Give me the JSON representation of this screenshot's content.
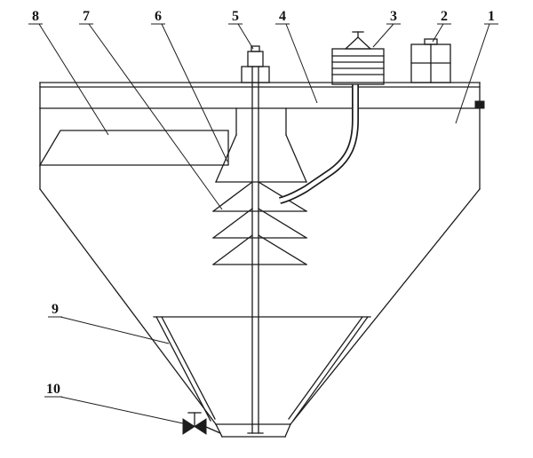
{
  "figure": {
    "type": "patent-style-technical-drawing",
    "subject": "conical-settling-tank-cross-section",
    "background_color": "#ffffff",
    "line_color": "#1c1c1c"
  },
  "labels": {
    "l1": "1",
    "l2": "2",
    "l3": "3",
    "l4": "4",
    "l5": "5",
    "l6": "6",
    "l7": "7",
    "l8": "8",
    "l9": "9",
    "l10": "10"
  }
}
